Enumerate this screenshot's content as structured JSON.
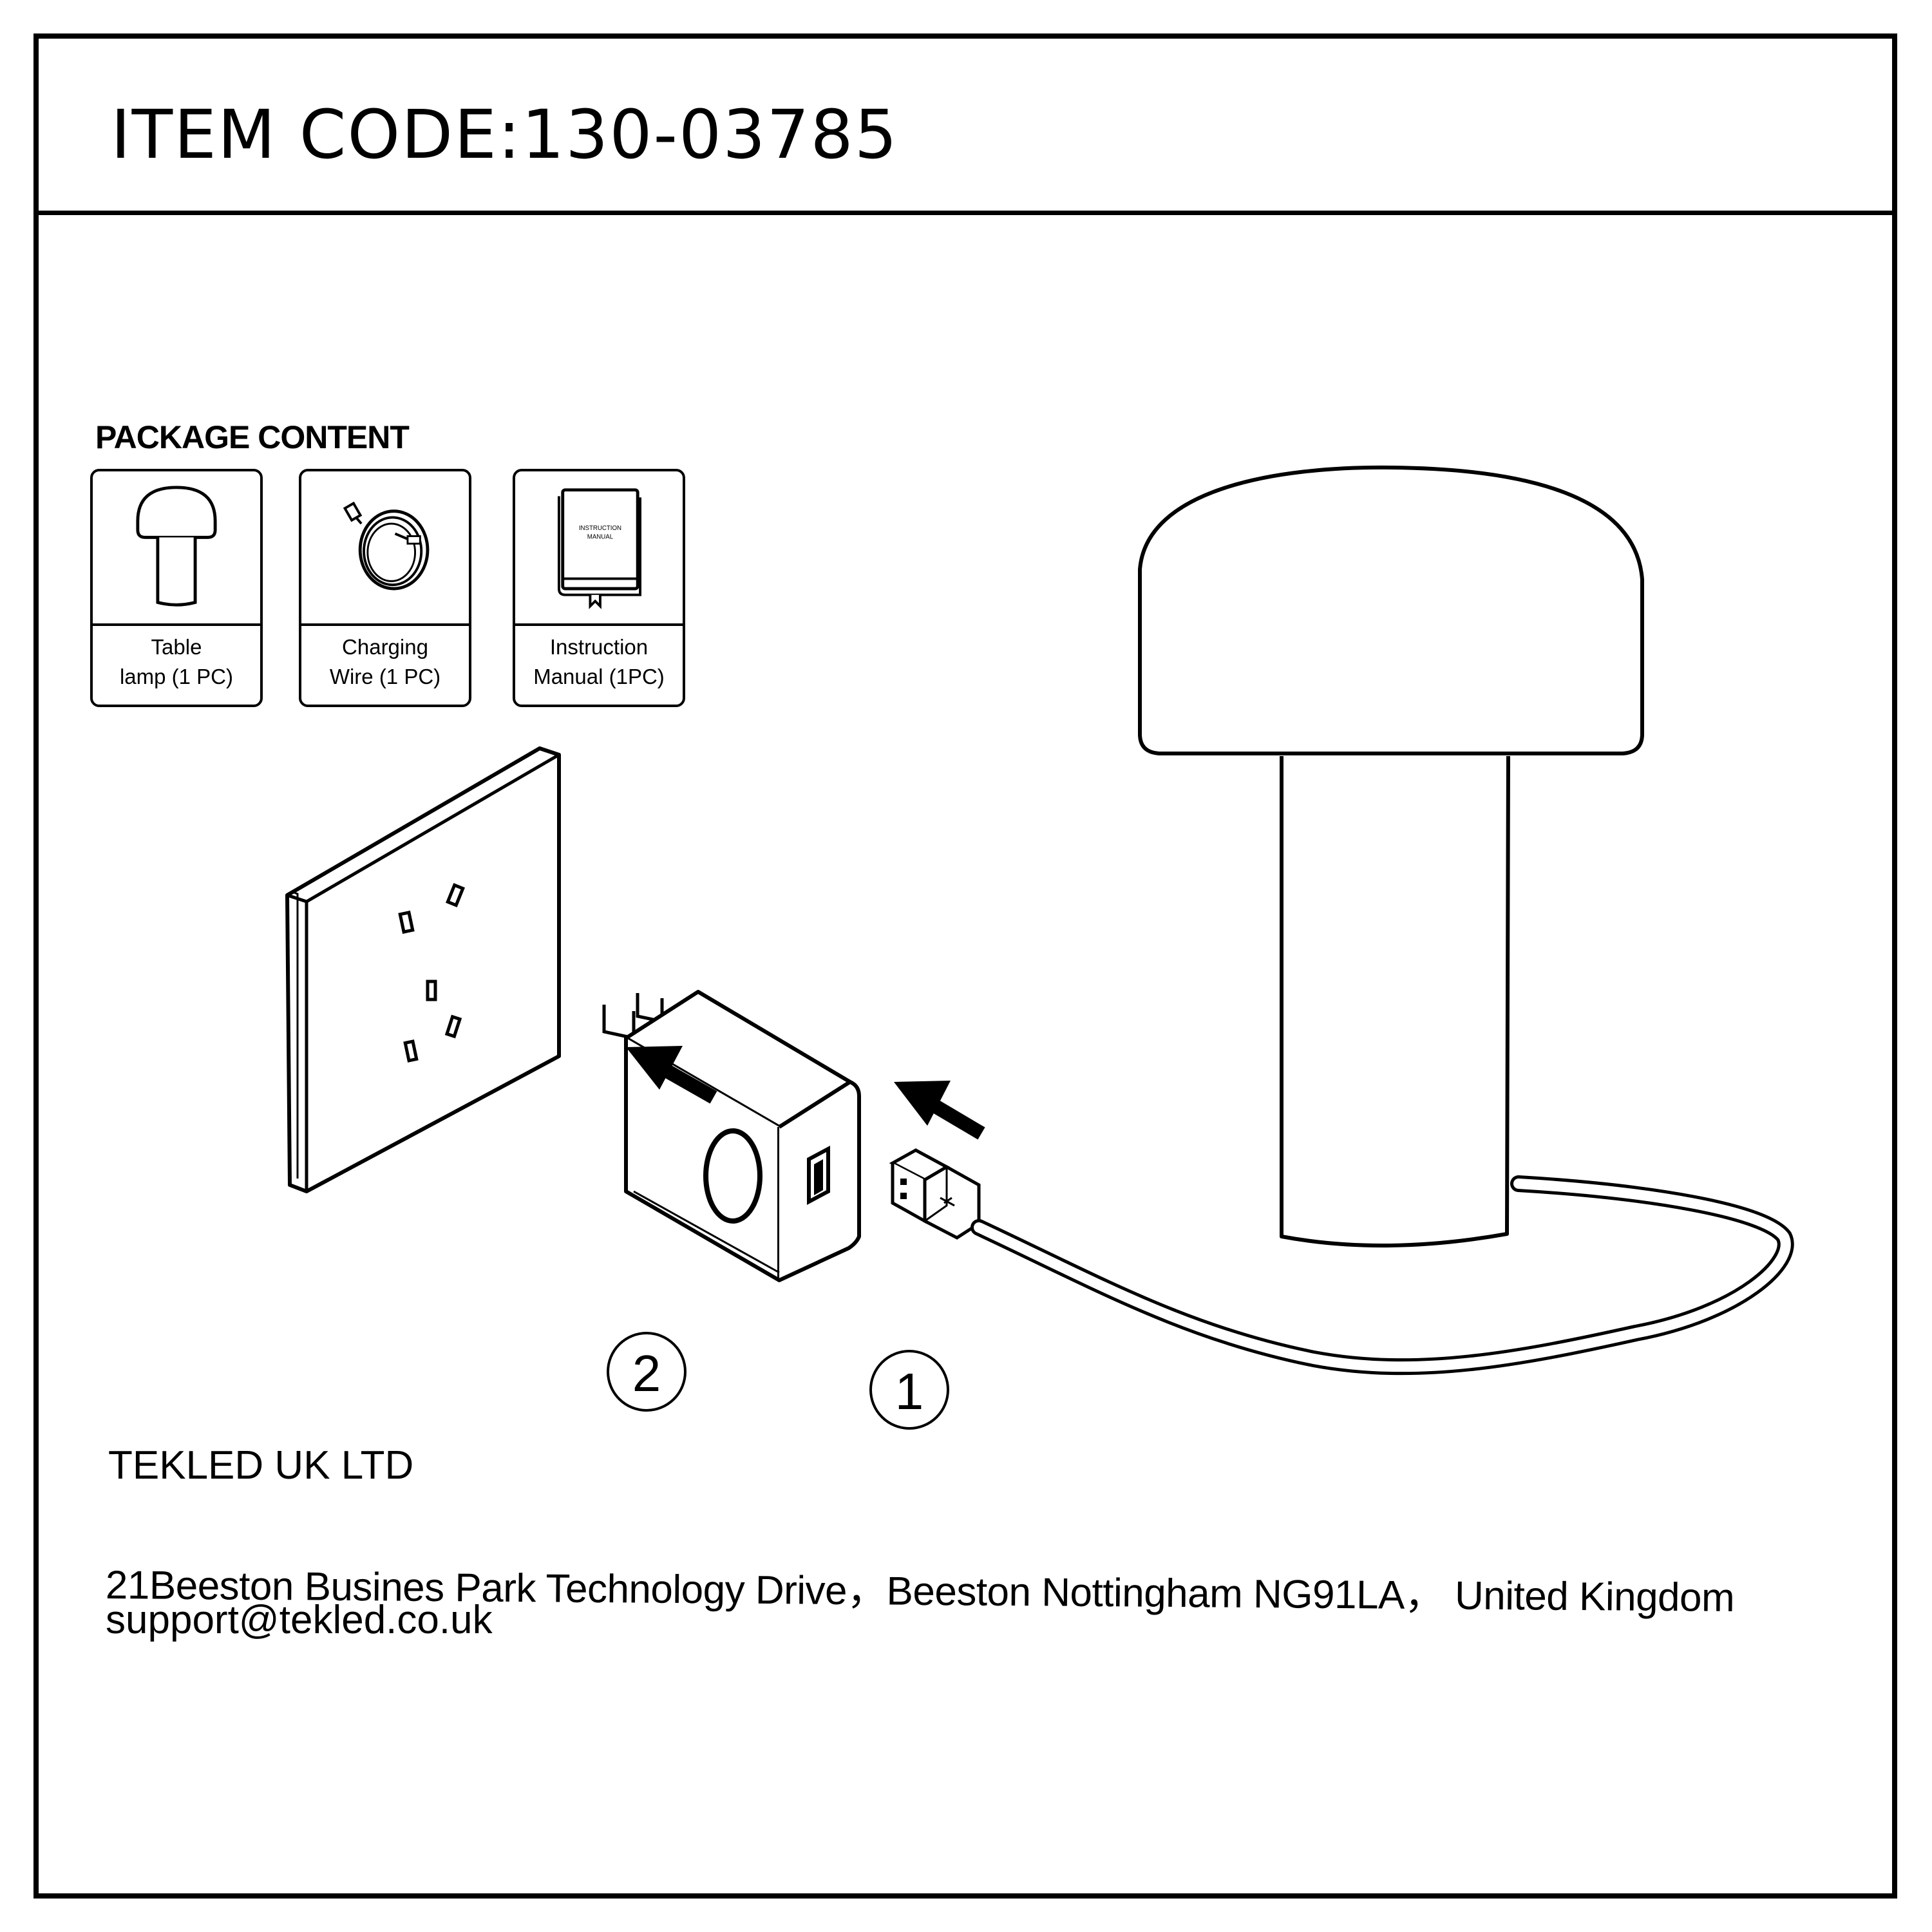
{
  "header": {
    "item_code": "ITEM CODE:130-03785"
  },
  "package": {
    "title": "PACKAGE CONTENT",
    "items": [
      {
        "icon": "table-lamp-icon",
        "line1": "Table",
        "line2": "lamp (1 PC)"
      },
      {
        "icon": "charging-wire-icon",
        "line1": "Charging",
        "line2": "Wire (1 PC)"
      },
      {
        "icon": "instruction-manual-icon",
        "line1": "Instruction",
        "line2": "Manual (1PC)",
        "book_text": "INSTRUCTION MANUAL"
      }
    ]
  },
  "steps": {
    "step1": "1",
    "step2": "2"
  },
  "footer": {
    "company": "TEKLED UK LTD",
    "address": "21Beeston Busines Park Technology Drive，Beeston Nottingham NG91LA， United Kingdom",
    "email": "support@tekled.co.uk"
  }
}
